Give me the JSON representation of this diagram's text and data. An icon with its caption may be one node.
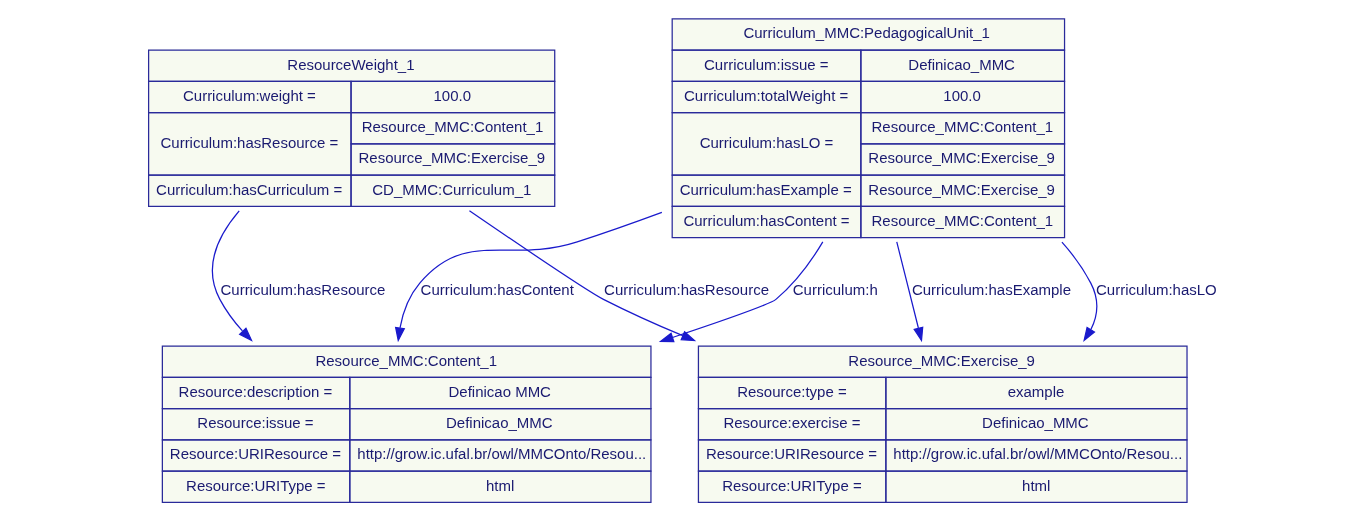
{
  "diagram": {
    "nodes": [
      {
        "text": [
          "ResourceWeight_1",
          "Curriculum:weight =",
          "100.0",
          "Curriculum:hasResource =",
          "Resource_MMC:Content_1",
          "Resource_MMC:Exercise_9",
          "Curriculum:hasCurriculum =",
          "CD_MMC:Curriculum_1"
        ]
      },
      {
        "text": [
          "Curriculum_MMC:PedagogicalUnit_1",
          "Curriculum:issue =",
          "Definicao_MMC",
          "Curriculum:totalWeight =",
          "100.0",
          "Curriculum:hasLO =",
          "Resource_MMC:Content_1",
          "Resource_MMC:Exercise_9",
          "Curriculum:hasExample =",
          "Resource_MMC:Exercise_9",
          "Curriculum:hasContent =",
          "Resource_MMC:Content_1"
        ]
      },
      {
        "text": [
          "Resource_MMC:Exercise_9",
          "Resource:type =",
          "example",
          "Resource:exercise =",
          "Definicao_MMC",
          "Resource:URIResource =",
          "http://grow.ic.ufal.br/owl/MMCOnto/Resou...",
          "Resource:URIType =",
          "html"
        ]
      },
      {
        "text": [
          "Resource_MMC:Content_1",
          "Resource:description =",
          "Definicao MMC",
          "Resource:issue =",
          "Definicao_MMC",
          "Resource:URIResource =",
          "http://grow.ic.ufal.br/owl/MMCOnto/Resou...",
          "Resource:URIType =",
          "html"
        ]
      }
    ],
    "edges": [
      {
        "from": 0,
        "to": 2,
        "arrow": "to",
        "label": "Curriculum:hasResource"
      },
      {
        "from": 1,
        "to": 2,
        "arrow": "to",
        "label": "Curriculum:hasLO"
      },
      {
        "from": 0,
        "to": 3,
        "arrow": "to",
        "label": "Curriculum:hasResource"
      },
      {
        "from": 1,
        "to": 2,
        "arrow": "to",
        "label": "Curriculum:hasExample"
      },
      {
        "from": 1,
        "to": 3,
        "arrow": "to",
        "label": "Curriculum:hasContent"
      },
      {
        "from": 1,
        "to": 3,
        "arrow": "to",
        "label": "Curriculum:h"
      }
    ]
  }
}
